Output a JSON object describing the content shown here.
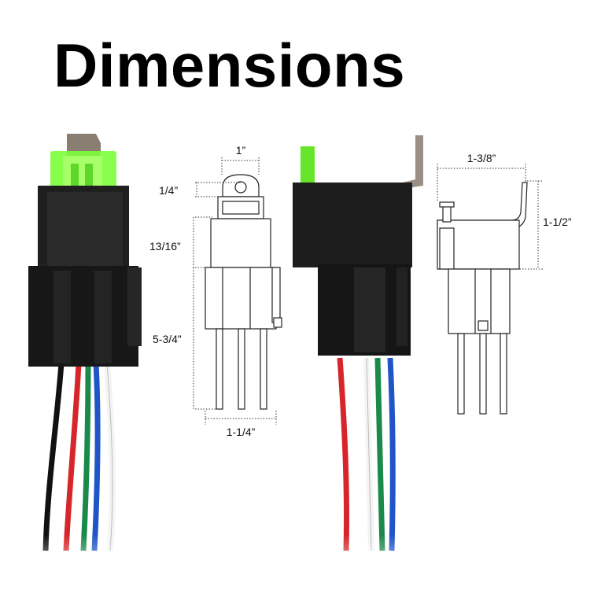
{
  "title": "Dimensions",
  "side_view_dims": {
    "width_top": "1”",
    "tab_height": "1/4”",
    "cap_height": "13/16”",
    "body_height": "5-3/4”",
    "base_width": "1-1/4”"
  },
  "front_view_dims": {
    "width": "1-3/8”",
    "height": "1-1/2”"
  },
  "colors": {
    "housing": "#1a1a1a",
    "fuse": "#7cff3a",
    "wire_red": "#d6262b",
    "wire_blue": "#1f55c8",
    "wire_green": "#1a8a4a",
    "wire_white": "#f4f4f4",
    "wire_black": "#111111"
  }
}
